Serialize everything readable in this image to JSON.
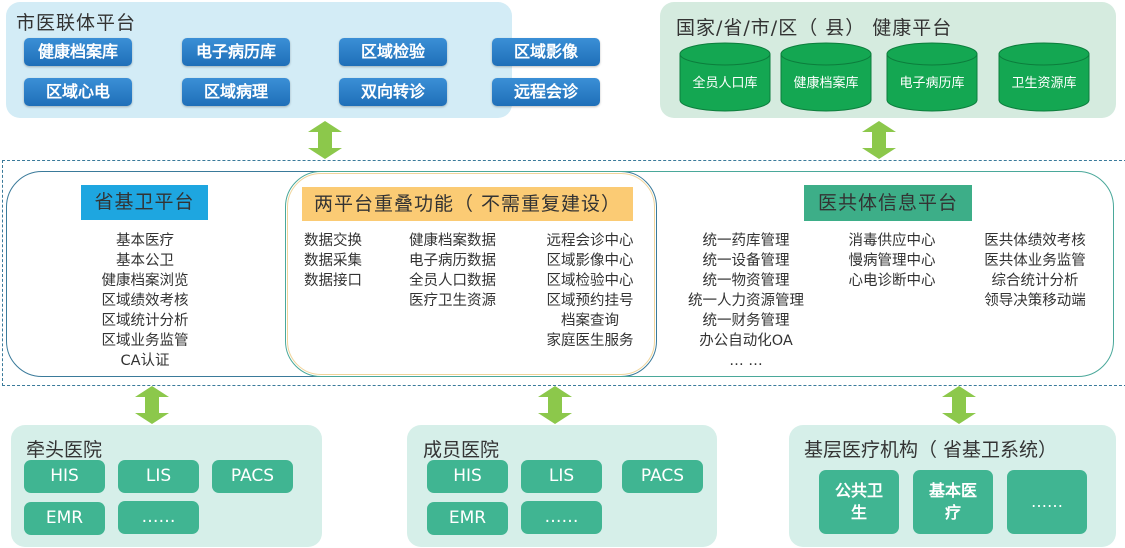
{
  "city_platform": {
    "title": "市医联体平台",
    "buttons": [
      "健康档案库",
      "电子病历库",
      "区域检验",
      "区域影像",
      "区域心电",
      "区域病理",
      "双向转诊",
      "远程会诊"
    ]
  },
  "national_platform": {
    "title": "国家/省/市/区（ 县） 健康平台",
    "databases": [
      "全员人口库",
      "健康档案库",
      "电子病历库",
      "卫生资源库"
    ]
  },
  "provincial_platform": {
    "title": "省基卫平台",
    "items": [
      "基本医疗",
      "基本公卫",
      "健康档案浏览",
      "区域绩效考核",
      "区域统计分析",
      "区域业务监管",
      "CA认证"
    ]
  },
  "overlap": {
    "title": "两平台重叠功能（ 不需重复建设）",
    "col1": [
      "数据交换",
      "数据采集",
      "数据接口"
    ],
    "col2": [
      "健康档案数据",
      "电子病历数据",
      "全员人口数据",
      "医疗卫生资源"
    ],
    "col3": [
      "远程会诊中心",
      "区域影像中心",
      "区域检验中心",
      "区域预约挂号",
      "档案查询",
      "家庭医生服务"
    ]
  },
  "medical_community": {
    "title": "医共体信息平台",
    "col1": [
      "统一药库管理",
      "统一设备管理",
      "统一物资管理",
      "统一人力资源管理",
      "统一财务管理",
      "办公自动化OA",
      "… …"
    ],
    "col2": [
      "消毒供应中心",
      "慢病管理中心",
      "心电诊断中心"
    ],
    "col3": [
      "医共体绩效考核",
      "医共体业务监管",
      "综合统计分析",
      "领导决策移动端"
    ]
  },
  "lead_hospital": {
    "title": "牵头医院",
    "systems": [
      "HIS",
      "LIS",
      "PACS",
      "EMR",
      "……"
    ]
  },
  "member_hospital": {
    "title": "成员医院",
    "systems": [
      "HIS",
      "LIS",
      "PACS",
      "EMR",
      "……"
    ]
  },
  "primary_care": {
    "title": "基层医疗机构（ 省基卫系统）",
    "systems": [
      "公共卫\n生",
      "基本医\n疗",
      "……"
    ]
  },
  "colors": {
    "city_bg": "#d3ecf6",
    "blue_button": "#1f6fb8",
    "nation_bg": "#d5ebdf",
    "cylinder": "#14a752",
    "provincial_header": "#1ea6e0",
    "overlap_header": "#fbcb74",
    "community_header": "#3dae88",
    "arrow": "#8cc84b",
    "bottom_bg": "#d6efe9",
    "green_button": "#40b592"
  }
}
